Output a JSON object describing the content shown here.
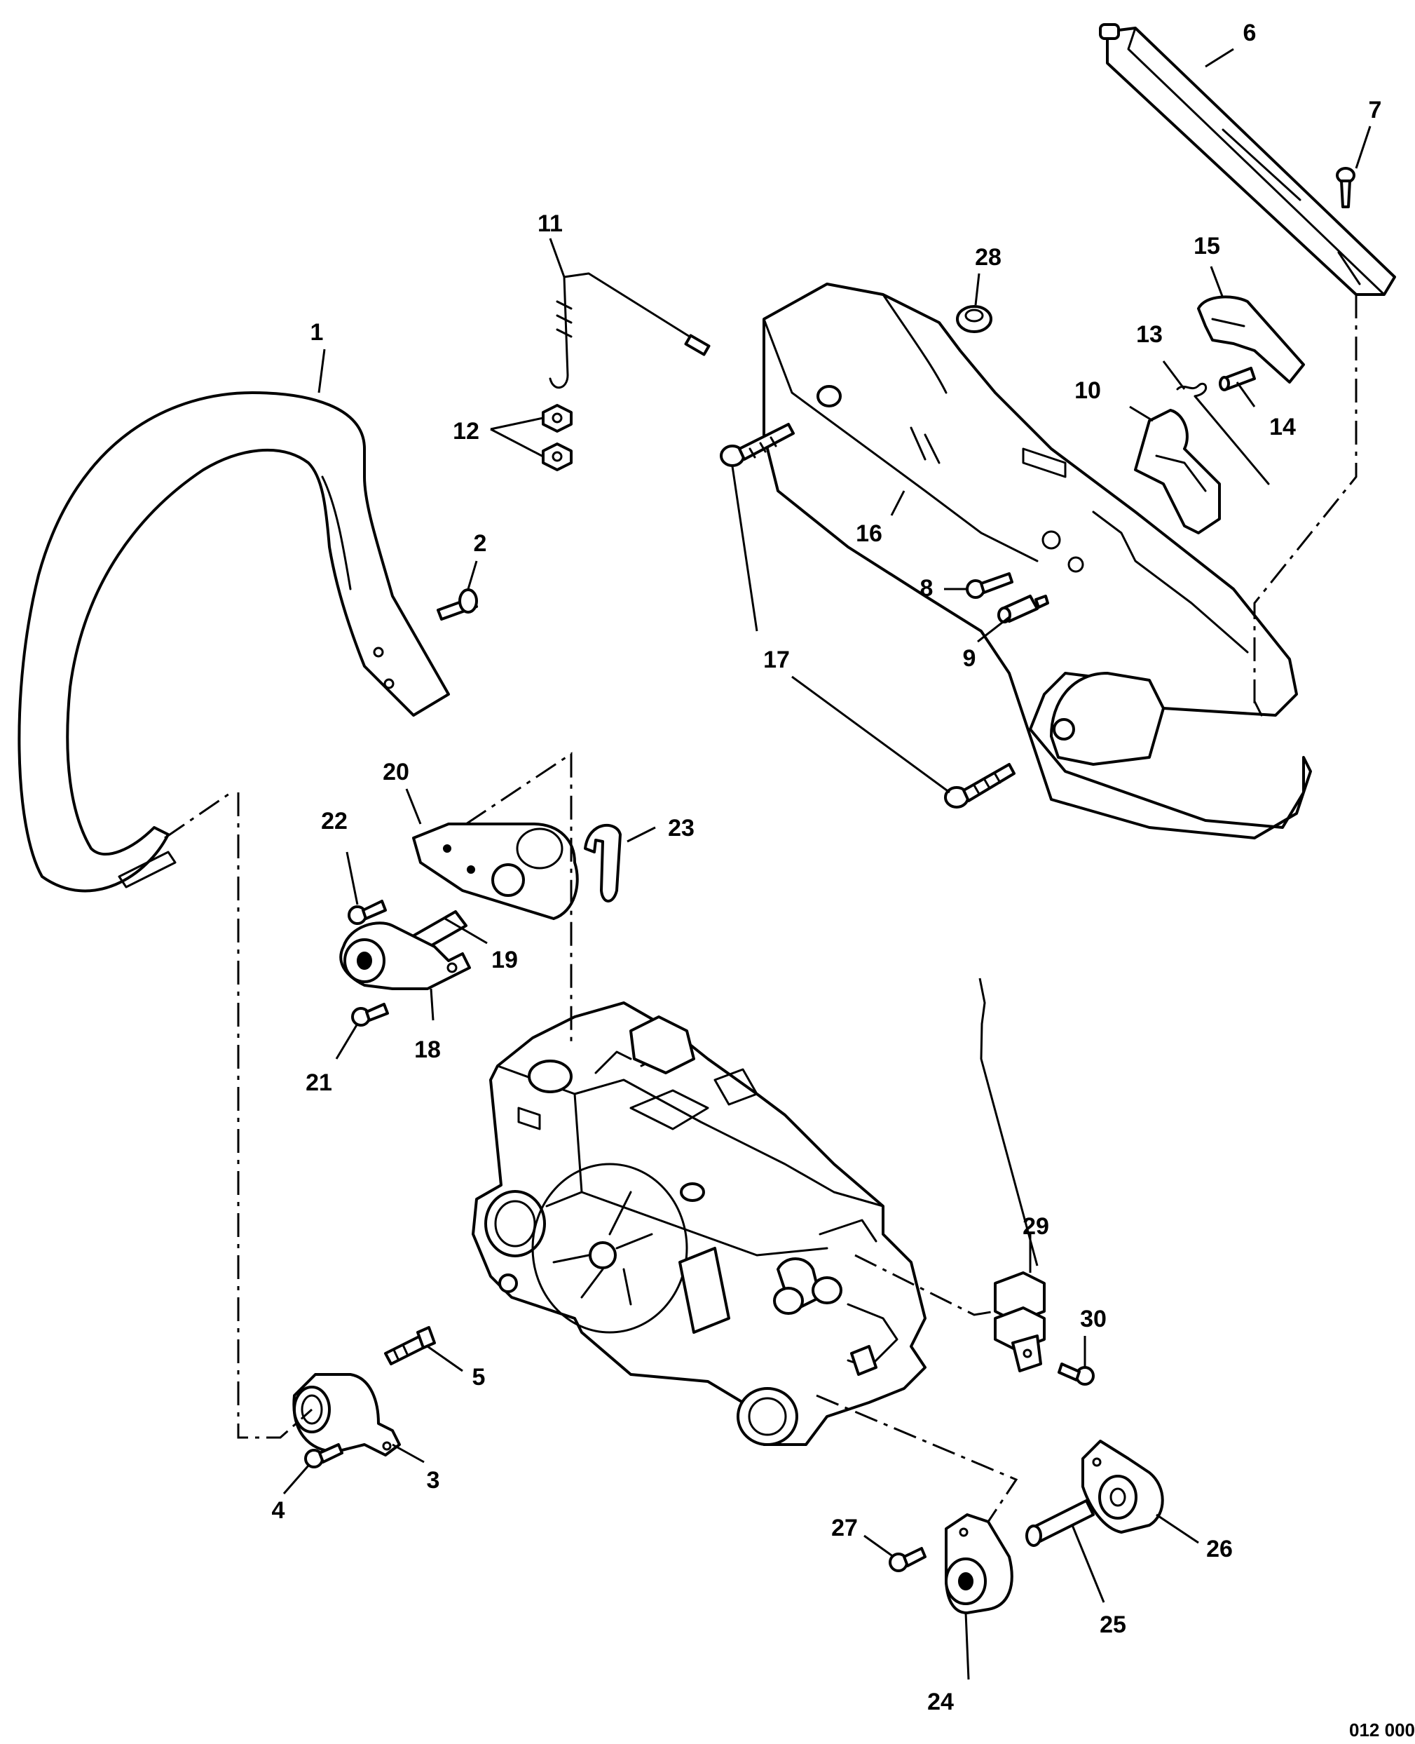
{
  "diagram": {
    "callouts": [
      "1",
      "2",
      "3",
      "4",
      "5",
      "6",
      "7",
      "8",
      "9",
      "10",
      "11",
      "12",
      "13",
      "14",
      "15",
      "16",
      "17",
      "18",
      "19",
      "20",
      "21",
      "22",
      "23",
      "24",
      "25",
      "26",
      "27",
      "28",
      "29",
      "30"
    ],
    "figure_code": "012 000"
  }
}
